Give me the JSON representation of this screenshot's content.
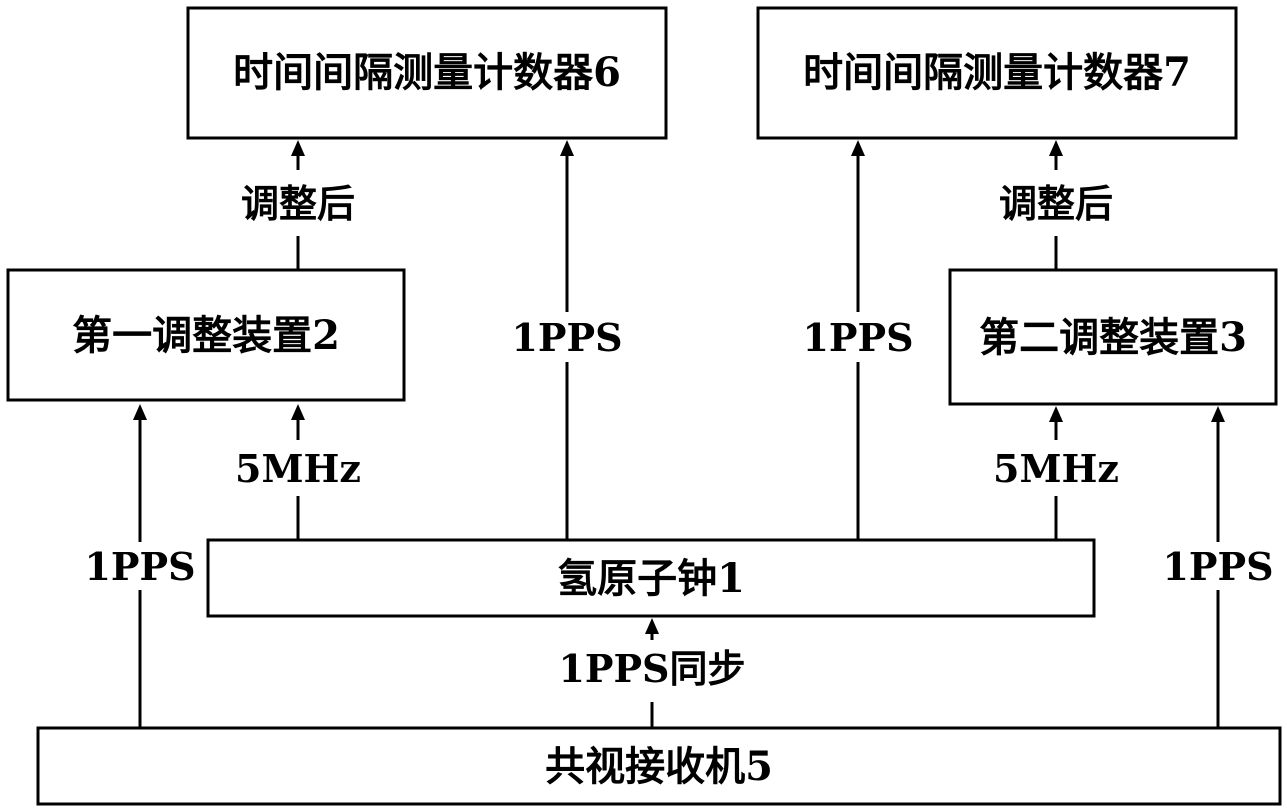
{
  "nodes": {
    "counter6": {
      "label": "时间间隔测量计数器6"
    },
    "counter7": {
      "label": "时间间隔测量计数器7"
    },
    "adjuster2": {
      "label": "第一调整装置2"
    },
    "adjuster3": {
      "label": "第二调整装置3"
    },
    "hydrogen_clock": {
      "label": "氢原子钟1"
    },
    "cv_receiver": {
      "label": "共视接收机5"
    }
  },
  "edges": {
    "adj2_to_counter6": {
      "from": "adjuster2",
      "to": "counter6",
      "label": "调整后"
    },
    "adj3_to_counter7": {
      "from": "adjuster3",
      "to": "counter7",
      "label": "调整后"
    },
    "clock_to_counter6": {
      "from": "hydrogen_clock",
      "to": "counter6",
      "label": "1PPS"
    },
    "clock_to_counter7": {
      "from": "hydrogen_clock",
      "to": "counter7",
      "label": "1PPS"
    },
    "clock_to_adj2": {
      "from": "hydrogen_clock",
      "to": "adjuster2",
      "label": "5MHz"
    },
    "clock_to_adj3": {
      "from": "hydrogen_clock",
      "to": "adjuster3",
      "label": "5MHz"
    },
    "receiver_to_adj2": {
      "from": "cv_receiver",
      "to": "adjuster2",
      "label": "1PPS"
    },
    "receiver_to_adj3": {
      "from": "cv_receiver",
      "to": "adjuster3",
      "label": "1PPS"
    },
    "receiver_to_clock": {
      "from": "cv_receiver",
      "to": "hydrogen_clock",
      "label": "1PPS同步"
    }
  }
}
